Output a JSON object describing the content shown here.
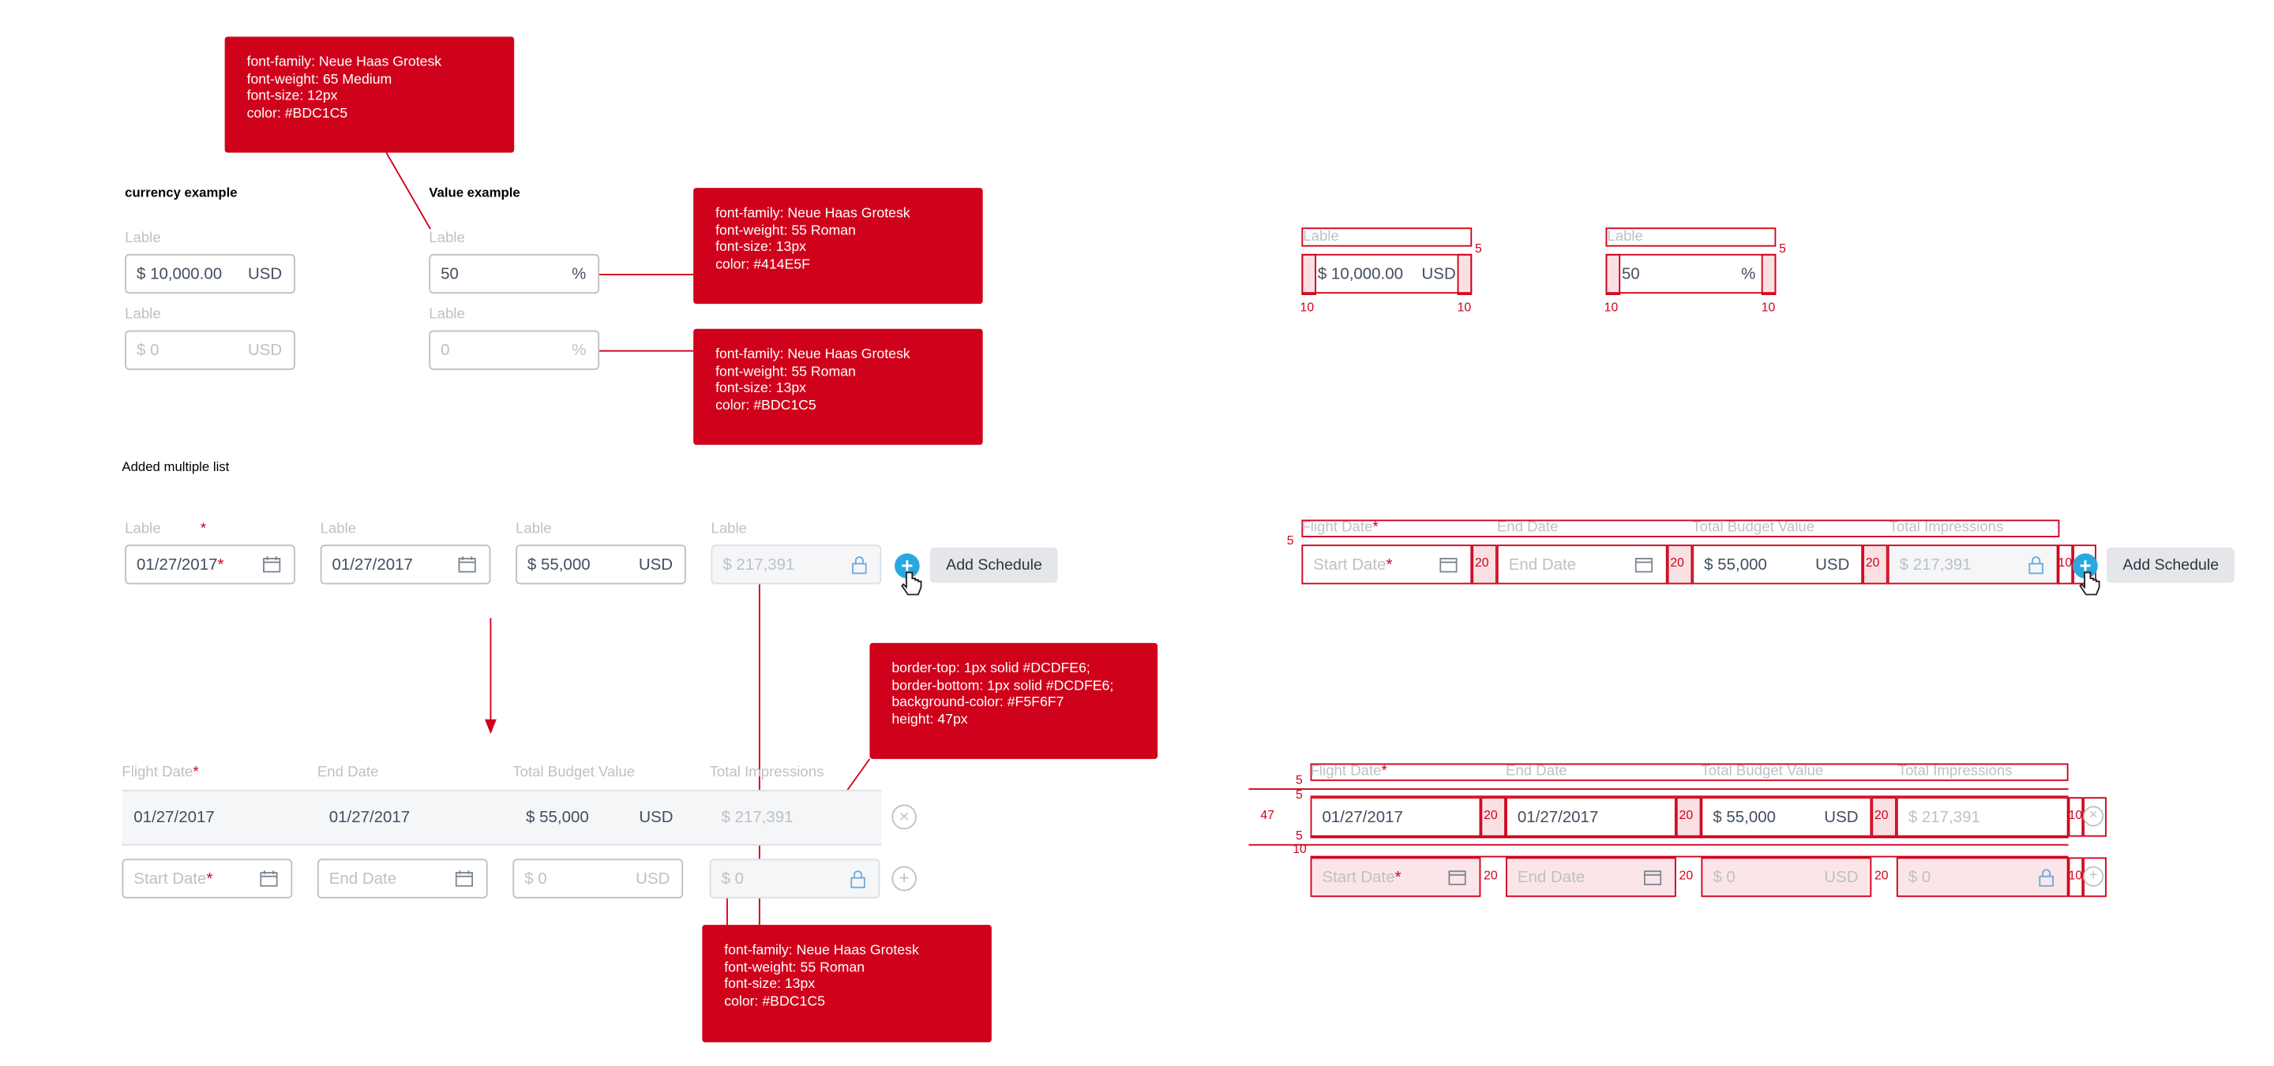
{
  "headings": {
    "currency": "currency example",
    "value": "Value example",
    "multiple": "Added multiple list"
  },
  "currency_example": {
    "label_1": "Lable",
    "value_1": "$ 10,000.00",
    "suffix_1": "USD",
    "label_2": "Lable",
    "value_2": "$ 0",
    "suffix_2": "USD"
  },
  "value_example": {
    "label_1": "Lable",
    "value_1": "50",
    "suffix_1": "%",
    "label_2": "Lable",
    "value_2": "0",
    "suffix_2": "%"
  },
  "notes": {
    "medium": [
      "font-family: Neue Haas Grotesk",
      "font-weight: 65 Medium",
      "font-size: 12px",
      "color: #BDC1C5"
    ],
    "roman_active": [
      "font-family: Neue Haas Grotesk",
      "font-weight: 55 Roman",
      "font-size: 13px",
      "color: #414E5F"
    ],
    "roman_placeholder": [
      "font-family: Neue Haas Grotesk",
      "font-weight: 55 Roman",
      "font-size: 13px",
      "color: #BDC1C5"
    ],
    "row_style": [
      "border-top: 1px solid  #DCDFE6;",
      "border-bottom: 1px solid #DCDFE6;",
      "background-color: #F5F6F7",
      "height: 47px"
    ],
    "roman_bottom": [
      "font-family: Neue Haas Grotesk",
      "font-weight: 55 Roman",
      "font-size: 13px",
      "color: #BDC1C5"
    ]
  },
  "schedule_row": {
    "labels": [
      "Lable",
      "Lable",
      "Lable",
      "Lable"
    ],
    "req": "*",
    "start_value": "01/27/2017",
    "end_value": "01/27/2017",
    "budget_value": "$ 55,000",
    "budget_suffix": "USD",
    "impressions_value": "$ 217,391",
    "add_button": "Add Schedule"
  },
  "list": {
    "headers": [
      "Flight Date",
      "End Date",
      "Total Budget Value",
      "Total Impressions"
    ],
    "req": "*",
    "row": {
      "start": "01/27/2017",
      "end": "01/27/2017",
      "budget": "$ 55,000",
      "currency": "USD",
      "impressions": "$ 217,391"
    },
    "new_row": {
      "start_placeholder": "Start Date",
      "end_placeholder": "End Date",
      "budget_placeholder": "$ 0",
      "currency": "USD",
      "impressions_placeholder": "$ 0"
    }
  },
  "spec": {
    "currency_value": "$ 10,000.00",
    "currency_suffix": "USD",
    "value_value": "50",
    "value_suffix": "%",
    "label": "Lable",
    "n5": "5",
    "n10": "10",
    "n20": "20",
    "n47": "47",
    "start_placeholder": "Start Date",
    "end_placeholder": "End Date",
    "budget": "$ 55,000",
    "usd": "USD",
    "impressions": "$ 217,391",
    "row_start": "01/27/2017",
    "row_end": "01/27/2017",
    "zero": "$ 0"
  },
  "colors": {
    "accent_red": "#D0021B",
    "blue": "#29A8E0",
    "text": "#414E5F",
    "placeholder": "#BDC1C5",
    "row_bg": "#F5F6F7",
    "border": "#DCDFE6"
  }
}
